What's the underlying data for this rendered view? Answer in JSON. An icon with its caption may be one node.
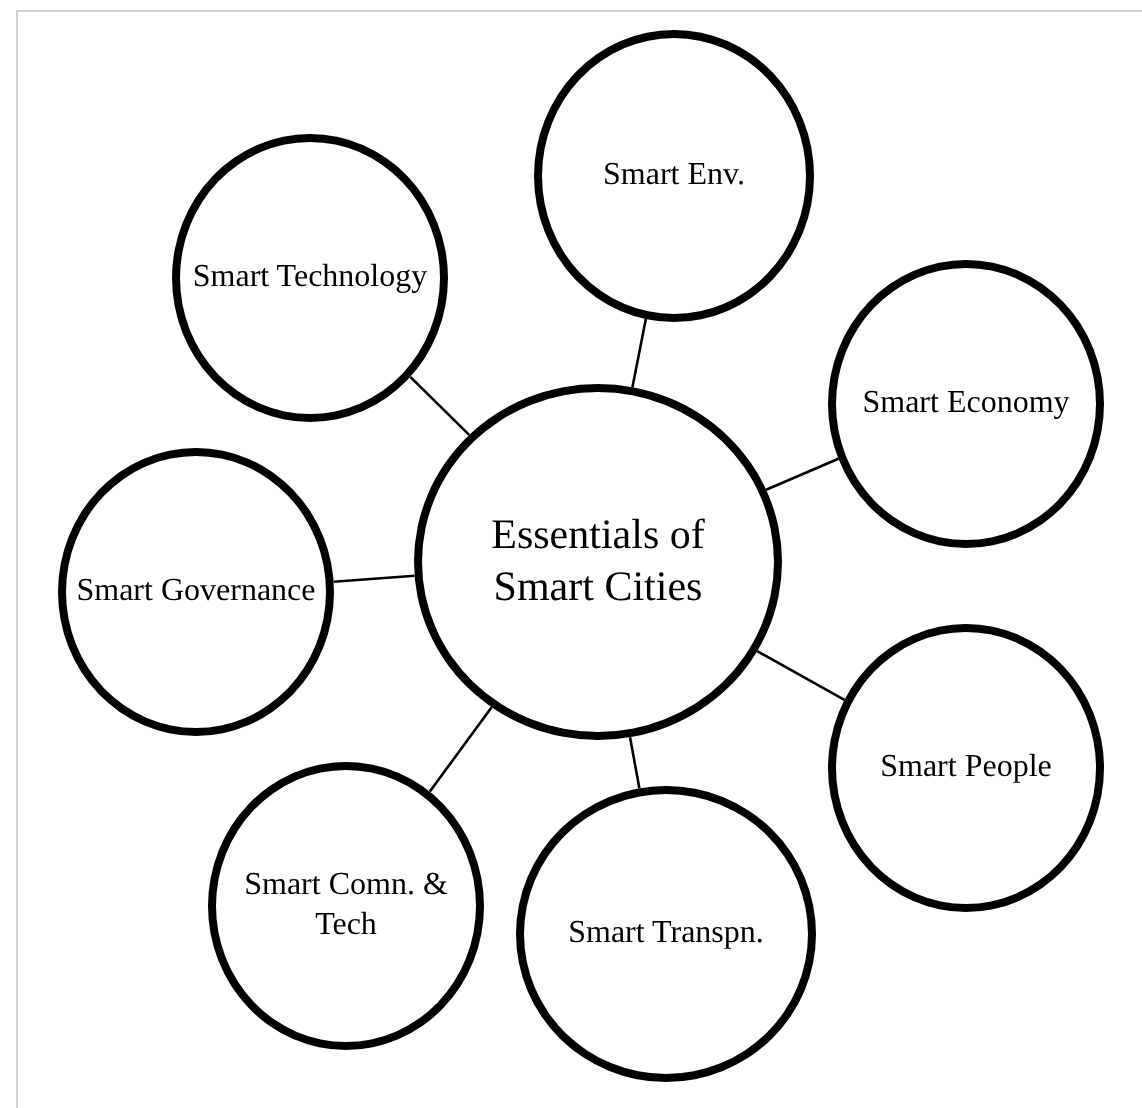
{
  "diagram": {
    "nodes": [
      {
        "text": [
          "Essentials of Smart Cities"
        ]
      },
      {
        "text": [
          "Smart Env."
        ]
      },
      {
        "text": [
          "Smart Technology"
        ]
      },
      {
        "text": [
          "Smart Economy"
        ]
      },
      {
        "text": [
          "Smart Governance"
        ]
      },
      {
        "text": [
          "Smart People"
        ]
      },
      {
        "text": [
          "Smart Comn. & Tech"
        ]
      },
      {
        "text": [
          "Smart Transpn."
        ]
      }
    ],
    "edges": [
      {
        "from": 0,
        "to": 1,
        "arrow": "none"
      },
      {
        "from": 0,
        "to": 2,
        "arrow": "none"
      },
      {
        "from": 0,
        "to": 3,
        "arrow": "none"
      },
      {
        "from": 0,
        "to": 4,
        "arrow": "none"
      },
      {
        "from": 0,
        "to": 5,
        "arrow": "none"
      },
      {
        "from": 0,
        "to": 6,
        "arrow": "none"
      },
      {
        "from": 0,
        "to": 7,
        "arrow": "none"
      }
    ]
  }
}
